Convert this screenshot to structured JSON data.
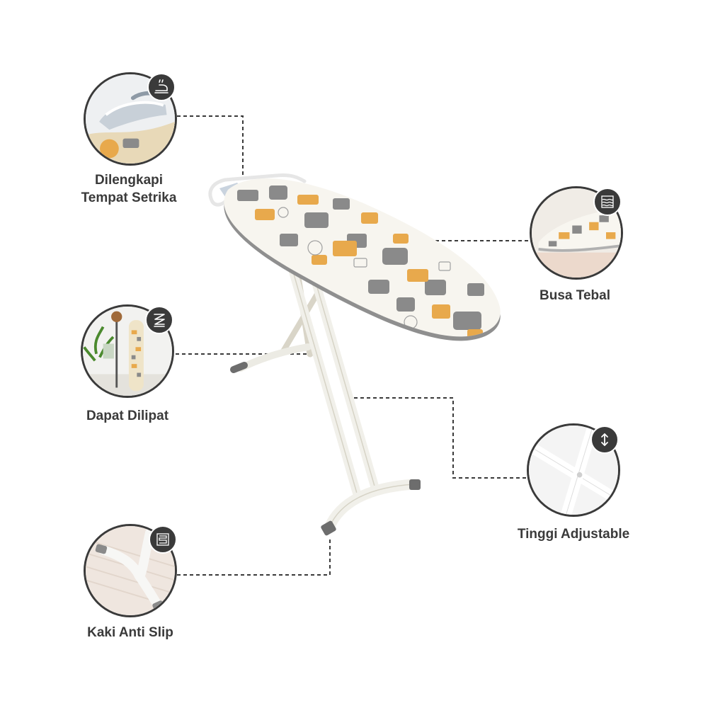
{
  "features": {
    "iron_rest": {
      "line1": "Dilengkapi",
      "line2": "Tempat Setrika",
      "icon": "iron-steam-icon"
    },
    "foldable": {
      "label": "Dapat Dilipat",
      "icon": "fold-icon"
    },
    "anti_slip": {
      "label": "Kaki Anti Slip",
      "icon": "grip-pattern-icon"
    },
    "thick_foam": {
      "label": "Busa Tebal",
      "icon": "foam-layer-icon"
    },
    "adjustable": {
      "label": "Tinggi Adjustable",
      "icon": "height-arrow-icon"
    }
  },
  "colors": {
    "text": "#3a3a3a",
    "badge": "#3a3a3a",
    "board_orange": "#e8a94c",
    "board_gray": "#8a8a8a",
    "frame": "#f1f0ea",
    "foot_cap": "#6d6d6d"
  }
}
